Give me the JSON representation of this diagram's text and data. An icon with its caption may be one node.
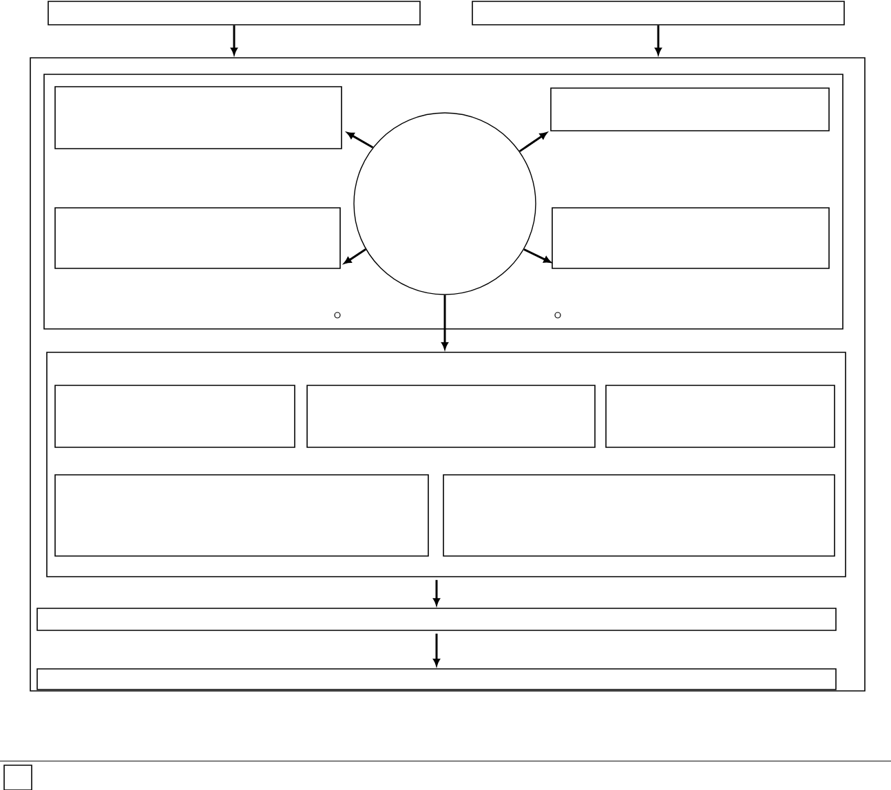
{
  "diagram": {
    "nodes": [
      {
        "text": [],
        "shape": "box"
      },
      {
        "text": [],
        "shape": "box"
      },
      {
        "text": [],
        "shape": "box"
      },
      {
        "text": [],
        "shape": "box",
        "in": 2
      },
      {
        "text": [],
        "shape": "box",
        "in": 3
      },
      {
        "text": [],
        "shape": "box",
        "in": 3
      },
      {
        "text": [],
        "shape": "circle",
        "in": 3
      },
      {
        "text": [],
        "shape": "box",
        "in": 3
      },
      {
        "text": [],
        "shape": "box",
        "in": 3
      },
      {
        "text": [],
        "shape": "box",
        "in": 2
      },
      {
        "text": [],
        "shape": "box",
        "in": 9
      },
      {
        "text": [],
        "shape": "box",
        "in": 9
      },
      {
        "text": [],
        "shape": "box",
        "in": 9
      },
      {
        "text": [],
        "shape": "box",
        "in": 9
      },
      {
        "text": [],
        "shape": "box",
        "in": 9
      },
      {
        "text": [],
        "shape": "box",
        "in": 2
      },
      {
        "text": [],
        "shape": "box",
        "in": 2
      },
      {
        "text": [],
        "shape": "box"
      }
    ],
    "edges": [
      {
        "from": 0,
        "to": 2,
        "arrow": "to"
      },
      {
        "from": 1,
        "to": 2,
        "arrow": "to"
      },
      {
        "from": 6,
        "to": 4,
        "arrow": "to"
      },
      {
        "from": 6,
        "to": 5,
        "arrow": "to"
      },
      {
        "from": 6,
        "to": 7,
        "arrow": "to"
      },
      {
        "from": 6,
        "to": 8,
        "arrow": "to"
      },
      {
        "from": 6,
        "to": 9,
        "arrow": "to"
      },
      {
        "from": 9,
        "to": 15,
        "arrow": "to"
      },
      {
        "from": 15,
        "to": 16,
        "arrow": "to"
      }
    ]
  }
}
